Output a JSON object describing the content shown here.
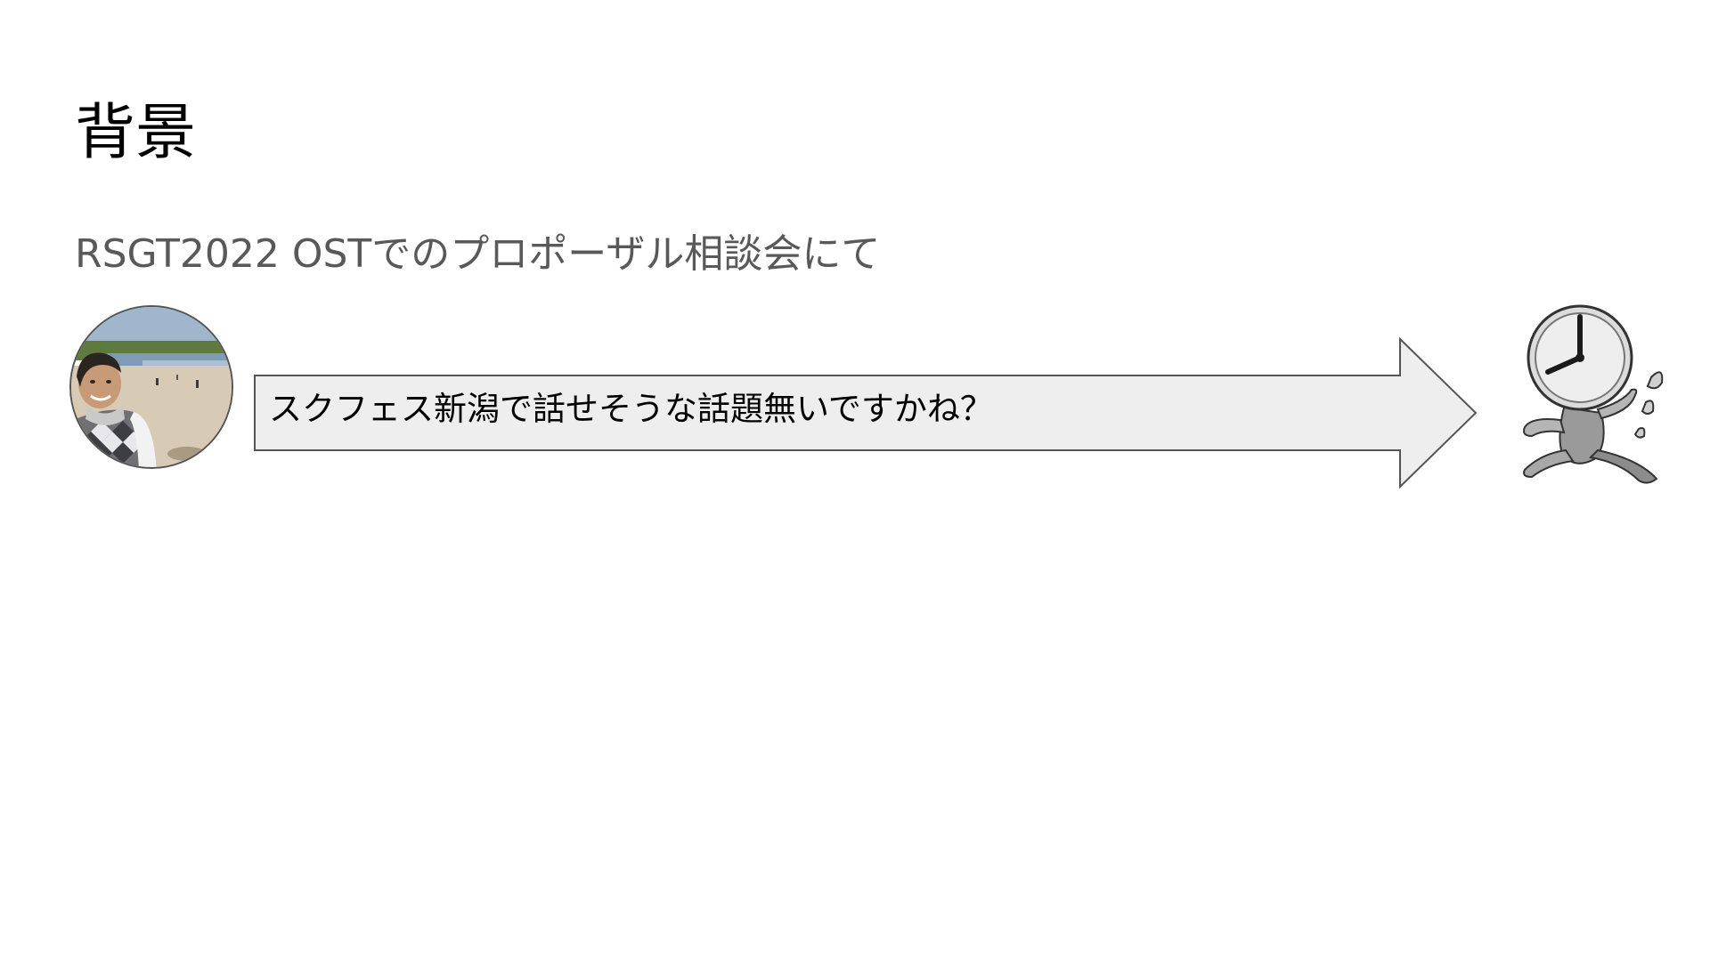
{
  "slide": {
    "title": "背景",
    "subtitle": "RSGT2022 OSTでのプロポーザル相談会にて",
    "arrow_text": "スクフェス新潟で話せそうな話題無いですかね？"
  },
  "icons": {
    "avatar": "person-photo-avatar",
    "mascot": "running-clock-character"
  },
  "colors": {
    "title": "#000000",
    "subtitle": "#595959",
    "arrow_fill": "#eeeeee",
    "arrow_stroke": "#555555"
  }
}
